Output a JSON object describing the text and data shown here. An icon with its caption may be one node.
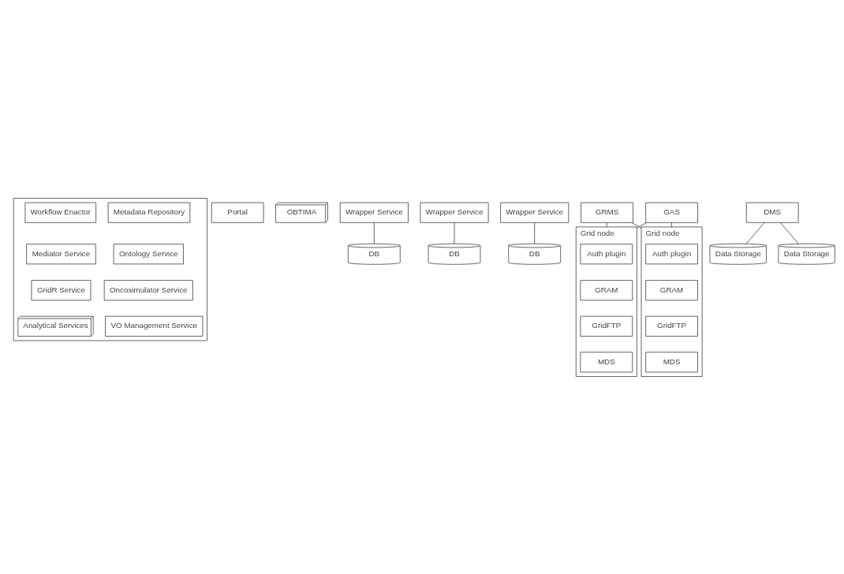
{
  "diagram": {
    "nodes": [
      {
        "text": [],
        "shape": "box"
      },
      {
        "text": [
          "Workflow Enactor"
        ],
        "in": 0
      },
      {
        "text": [
          "Metadata Repository"
        ],
        "in": 0
      },
      {
        "text": [
          "Mediator Service"
        ],
        "in": 0
      },
      {
        "text": [
          "Ontology Service"
        ],
        "in": 0
      },
      {
        "text": [
          "GridR Service"
        ],
        "in": 0
      },
      {
        "text": [
          "Oncosimulator Service"
        ],
        "in": 0
      },
      {
        "text": [
          "Analytical Services"
        ],
        "in": 0
      },
      {
        "text": [
          "VO Management Service"
        ],
        "in": 0
      },
      {
        "text": [
          "Portal"
        ]
      },
      {
        "text": [
          "OBTIMA"
        ]
      },
      {
        "text": [
          "Wrapper Service"
        ]
      },
      {
        "text": [
          "Wrapper Service"
        ]
      },
      {
        "text": [
          "Wrapper Service"
        ]
      },
      {
        "text": [
          "DB"
        ]
      },
      {
        "text": [
          "DB"
        ]
      },
      {
        "text": [
          "DB"
        ]
      },
      {
        "text": [
          "GRMS"
        ]
      },
      {
        "text": [
          "GAS"
        ]
      },
      {
        "text": [
          "DMS"
        ]
      },
      {
        "text": [
          "Grid node"
        ]
      },
      {
        "text": [
          "Auth plugin"
        ],
        "in": 20
      },
      {
        "text": [
          "GRAM"
        ],
        "in": 20
      },
      {
        "text": [
          "GridFTP"
        ],
        "in": 20
      },
      {
        "text": [
          "MDS"
        ],
        "in": 20
      },
      {
        "text": [
          "Grid node"
        ]
      },
      {
        "text": [
          "Auth plugin"
        ],
        "in": 25
      },
      {
        "text": [
          "GRAM"
        ],
        "in": 25
      },
      {
        "text": [
          "GridFTP"
        ],
        "in": 25
      },
      {
        "text": [
          "MDS"
        ],
        "in": 25
      },
      {
        "text": [
          "Data Storage"
        ]
      },
      {
        "text": [
          "Data Storage"
        ]
      }
    ],
    "edges": [
      {
        "from": 11,
        "to": 14,
        "arrow": "none"
      },
      {
        "from": 12,
        "to": 15,
        "arrow": "none"
      },
      {
        "from": 13,
        "to": 16,
        "arrow": "none"
      },
      {
        "from": 17,
        "to": 20,
        "arrow": "none"
      },
      {
        "from": 17,
        "to": 25,
        "arrow": "none"
      },
      {
        "from": 18,
        "to": 20,
        "arrow": "none"
      },
      {
        "from": 18,
        "to": 25,
        "arrow": "none"
      },
      {
        "from": 19,
        "to": 30,
        "arrow": "none"
      },
      {
        "from": 19,
        "to": 31,
        "arrow": "none"
      }
    ]
  }
}
